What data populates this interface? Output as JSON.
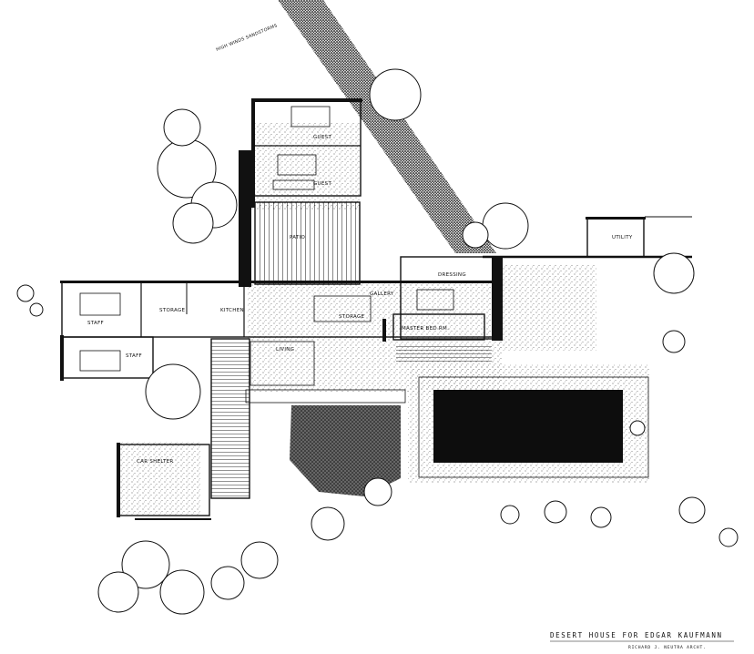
{
  "plan": {
    "title": "DESERT HOUSE FOR EDGAR KAUFMANN",
    "credit": "RICHARD J. NEUTRA ARCHT.",
    "wind_note": "HIGH WINDS SANDSTORMS",
    "rooms": {
      "guest_upper": "GUEST",
      "guest_lower": "GUEST",
      "patio": "PATIO",
      "utility": "UTILITY",
      "dressing": "DRESSING",
      "gallery": "GALLERY",
      "storage_main": "STORAGE",
      "master_bed": "MASTER BED RM.",
      "staff_upper": "STAFF",
      "storage_staff": "STORAGE",
      "kitchen": "KITCHEN",
      "staff_lower": "STAFF",
      "living": "LIVING",
      "car_shelter": "CAR SHELTER"
    }
  },
  "colors": {
    "ink": "#111111",
    "paper": "#ffffff",
    "pool": "#0d0d0d"
  }
}
